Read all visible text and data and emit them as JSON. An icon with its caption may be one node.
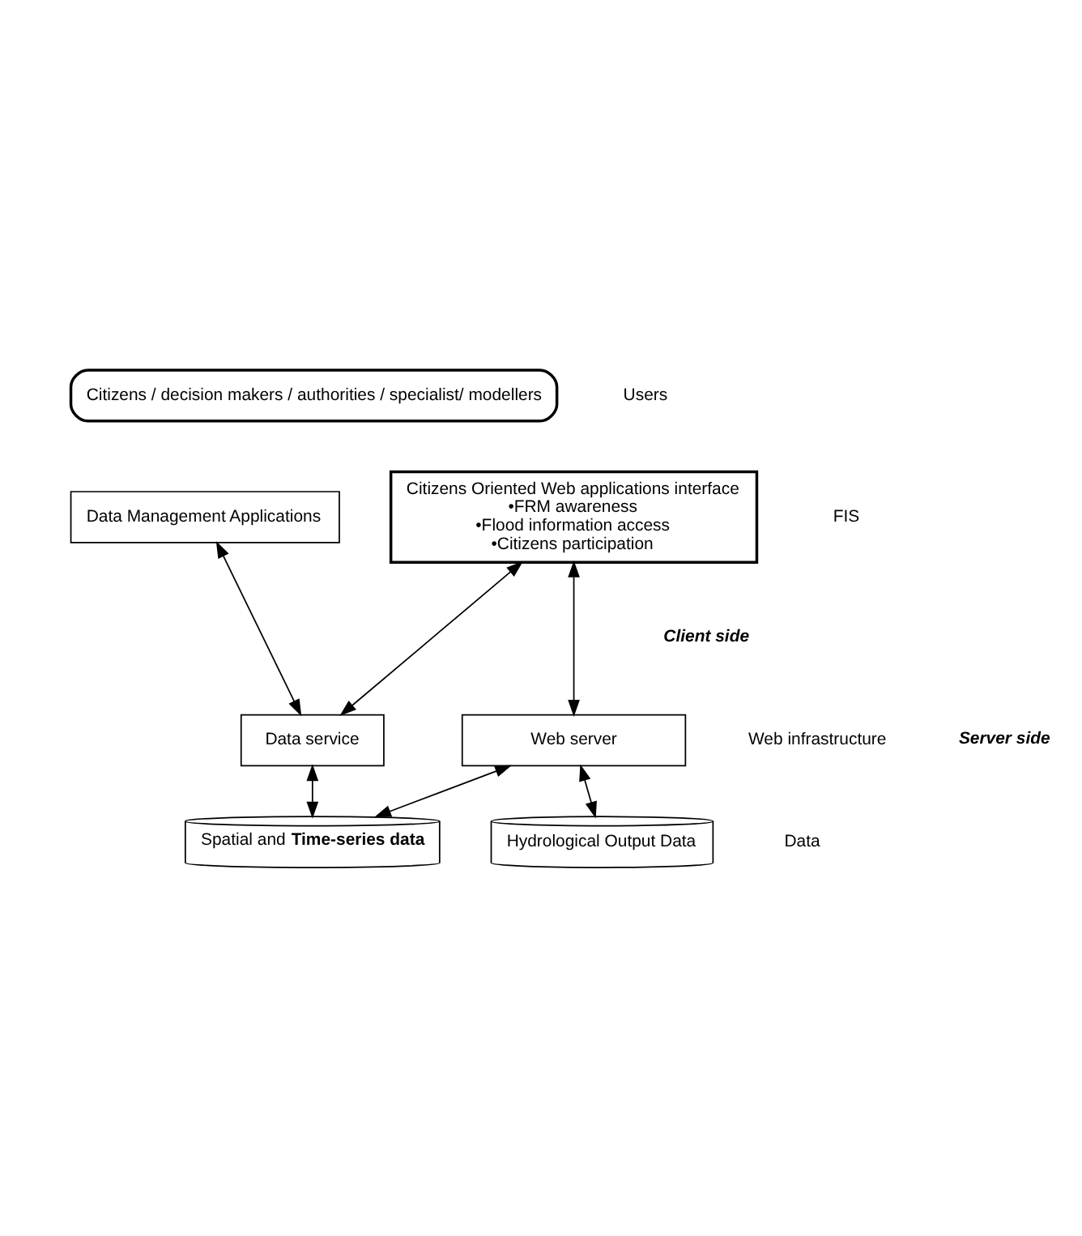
{
  "diagram": {
    "nodes": [
      {
        "text": [
          "Citizens / decision makers / authorities / specialist/ modellers"
        ]
      },
      {
        "text": [
          "Data Management Applications"
        ]
      },
      {
        "text": [
          "Citizens Oriented Web applications interface",
          "•FRM awareness",
          "•Flood information access",
          "•Citizens participation"
        ]
      },
      {
        "text": [
          "Data service"
        ]
      },
      {
        "text": [
          "Web server"
        ]
      },
      {
        "text": [
          "Spatial and **Time-series data**"
        ]
      },
      {
        "text": [
          "Hydrological Output Data"
        ]
      }
    ],
    "edges": [
      {
        "from": 1,
        "to": 3,
        "arrow": "both"
      },
      {
        "from": 3,
        "to": 2,
        "arrow": "both"
      },
      {
        "from": 2,
        "to": 4,
        "arrow": "both"
      },
      {
        "from": 3,
        "to": 5,
        "arrow": "both"
      },
      {
        "from": 5,
        "to": 4,
        "arrow": "both"
      },
      {
        "from": 4,
        "to": 6,
        "arrow": "both"
      }
    ],
    "labels": [
      "Users",
      "FIS",
      "Client side",
      "Web infrastructure",
      "Server side",
      "Data"
    ]
  }
}
